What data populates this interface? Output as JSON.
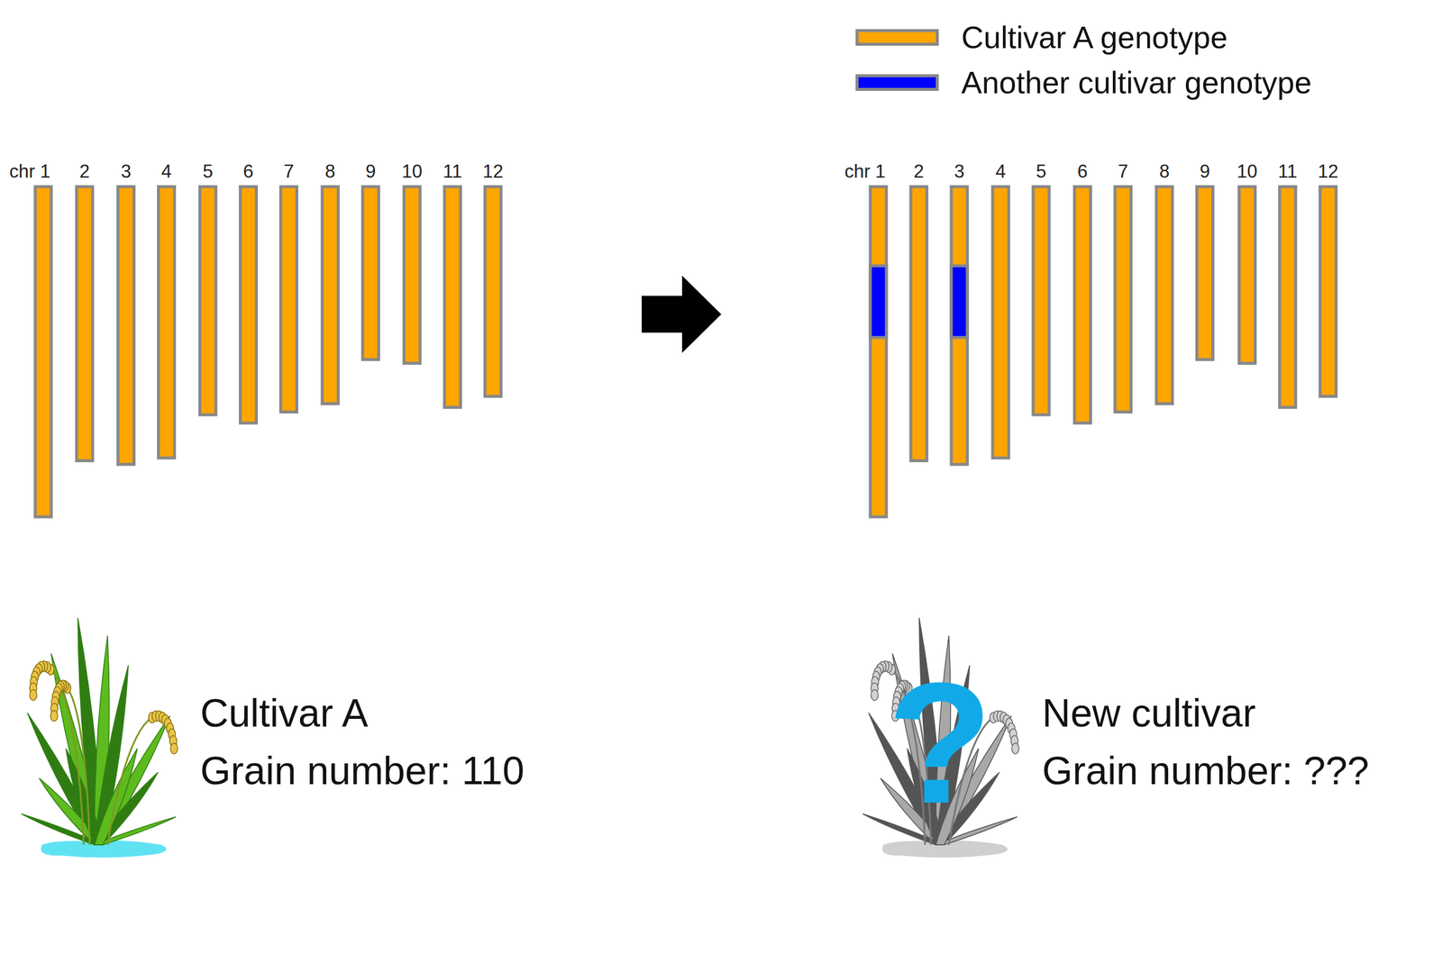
{
  "diagram": {
    "labels": [
      "chr 1",
      "2",
      "3",
      "4",
      "5",
      "6",
      "7",
      "8",
      "9",
      "10",
      "11",
      "12",
      "Cultivar A",
      "Grain number: 110",
      "chr 1",
      "2",
      "3",
      "4",
      "5",
      "6",
      "7",
      "8",
      "9",
      "10",
      "11",
      "12",
      "?",
      "New cultivar",
      "Grain number: ???"
    ],
    "legend": [
      {
        "text": "Cultivar A genotype",
        "color": "#FFA500"
      },
      {
        "text": "Another cultivar genotype",
        "color": "#0000FF"
      }
    ]
  }
}
